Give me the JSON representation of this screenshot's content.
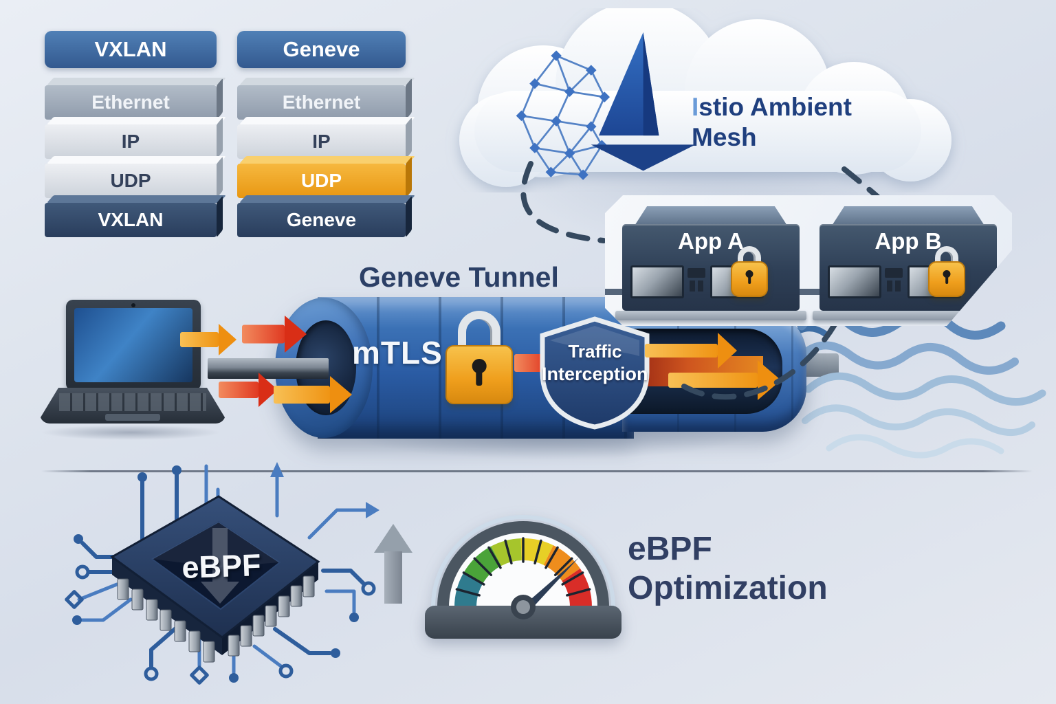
{
  "stacks": {
    "vxlan": {
      "header": "VXLAN",
      "layer_ethernet": "Ethernet",
      "layer_ip": "IP",
      "layer_udp": "UDP",
      "layer_proto": "VXLAN"
    },
    "geneve": {
      "header": "Geneve",
      "layer_ethernet": "Ethernet",
      "layer_ip": "IP",
      "layer_udp": "UDP",
      "layer_proto": "Geneve"
    }
  },
  "cloud": {
    "title_initial": "I",
    "title_rest": "stio Ambient",
    "title_line2": "Mesh"
  },
  "apps": {
    "app_a_label": "App A",
    "app_b_label": "App B"
  },
  "tunnel": {
    "title": "Geneve Tunnel",
    "mtls_label": "mTLS",
    "shield_line1": "Traffic",
    "shield_line2": "Interception"
  },
  "ebpf": {
    "chip_label": "eBPF",
    "caption_line1": "eBPF",
    "caption_line2": "Optimization"
  },
  "colors": {
    "accent_orange": "#f0a32a",
    "arrow_red": "#e0392b",
    "tunnel_blue": "#2a5ba3",
    "stack_navy": "#293d5c",
    "header_blue": "#33598f",
    "cloud_text_navy": "#1f3f7e",
    "gauge_green": "#4aa339",
    "gauge_red": "#d92d28",
    "lock_orange": "#ef9e1c"
  }
}
